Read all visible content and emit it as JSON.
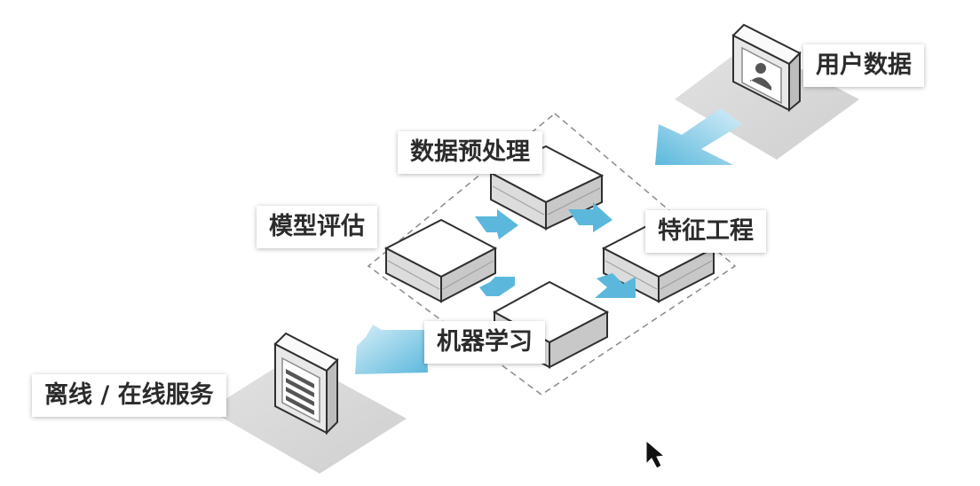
{
  "diagram": {
    "nodes": {
      "user_data": "用户数据",
      "preprocess": "数据预处理",
      "feature_eng": "特征工程",
      "model_eval": "模型评估",
      "machine_learning": "机器学习",
      "serving": "离线 / 在线服务"
    },
    "icons": {
      "user_data": "user-profile-icon",
      "serving": "document-list-icon",
      "cursor": "mouse-cursor-icon"
    },
    "colors": {
      "arrow": "#5bb8dc",
      "block_top": "#ffffff",
      "block_edge": "#2f2f2f",
      "platform": "#d6d6d6",
      "dashed_frame": "#8a8a8a"
    }
  }
}
